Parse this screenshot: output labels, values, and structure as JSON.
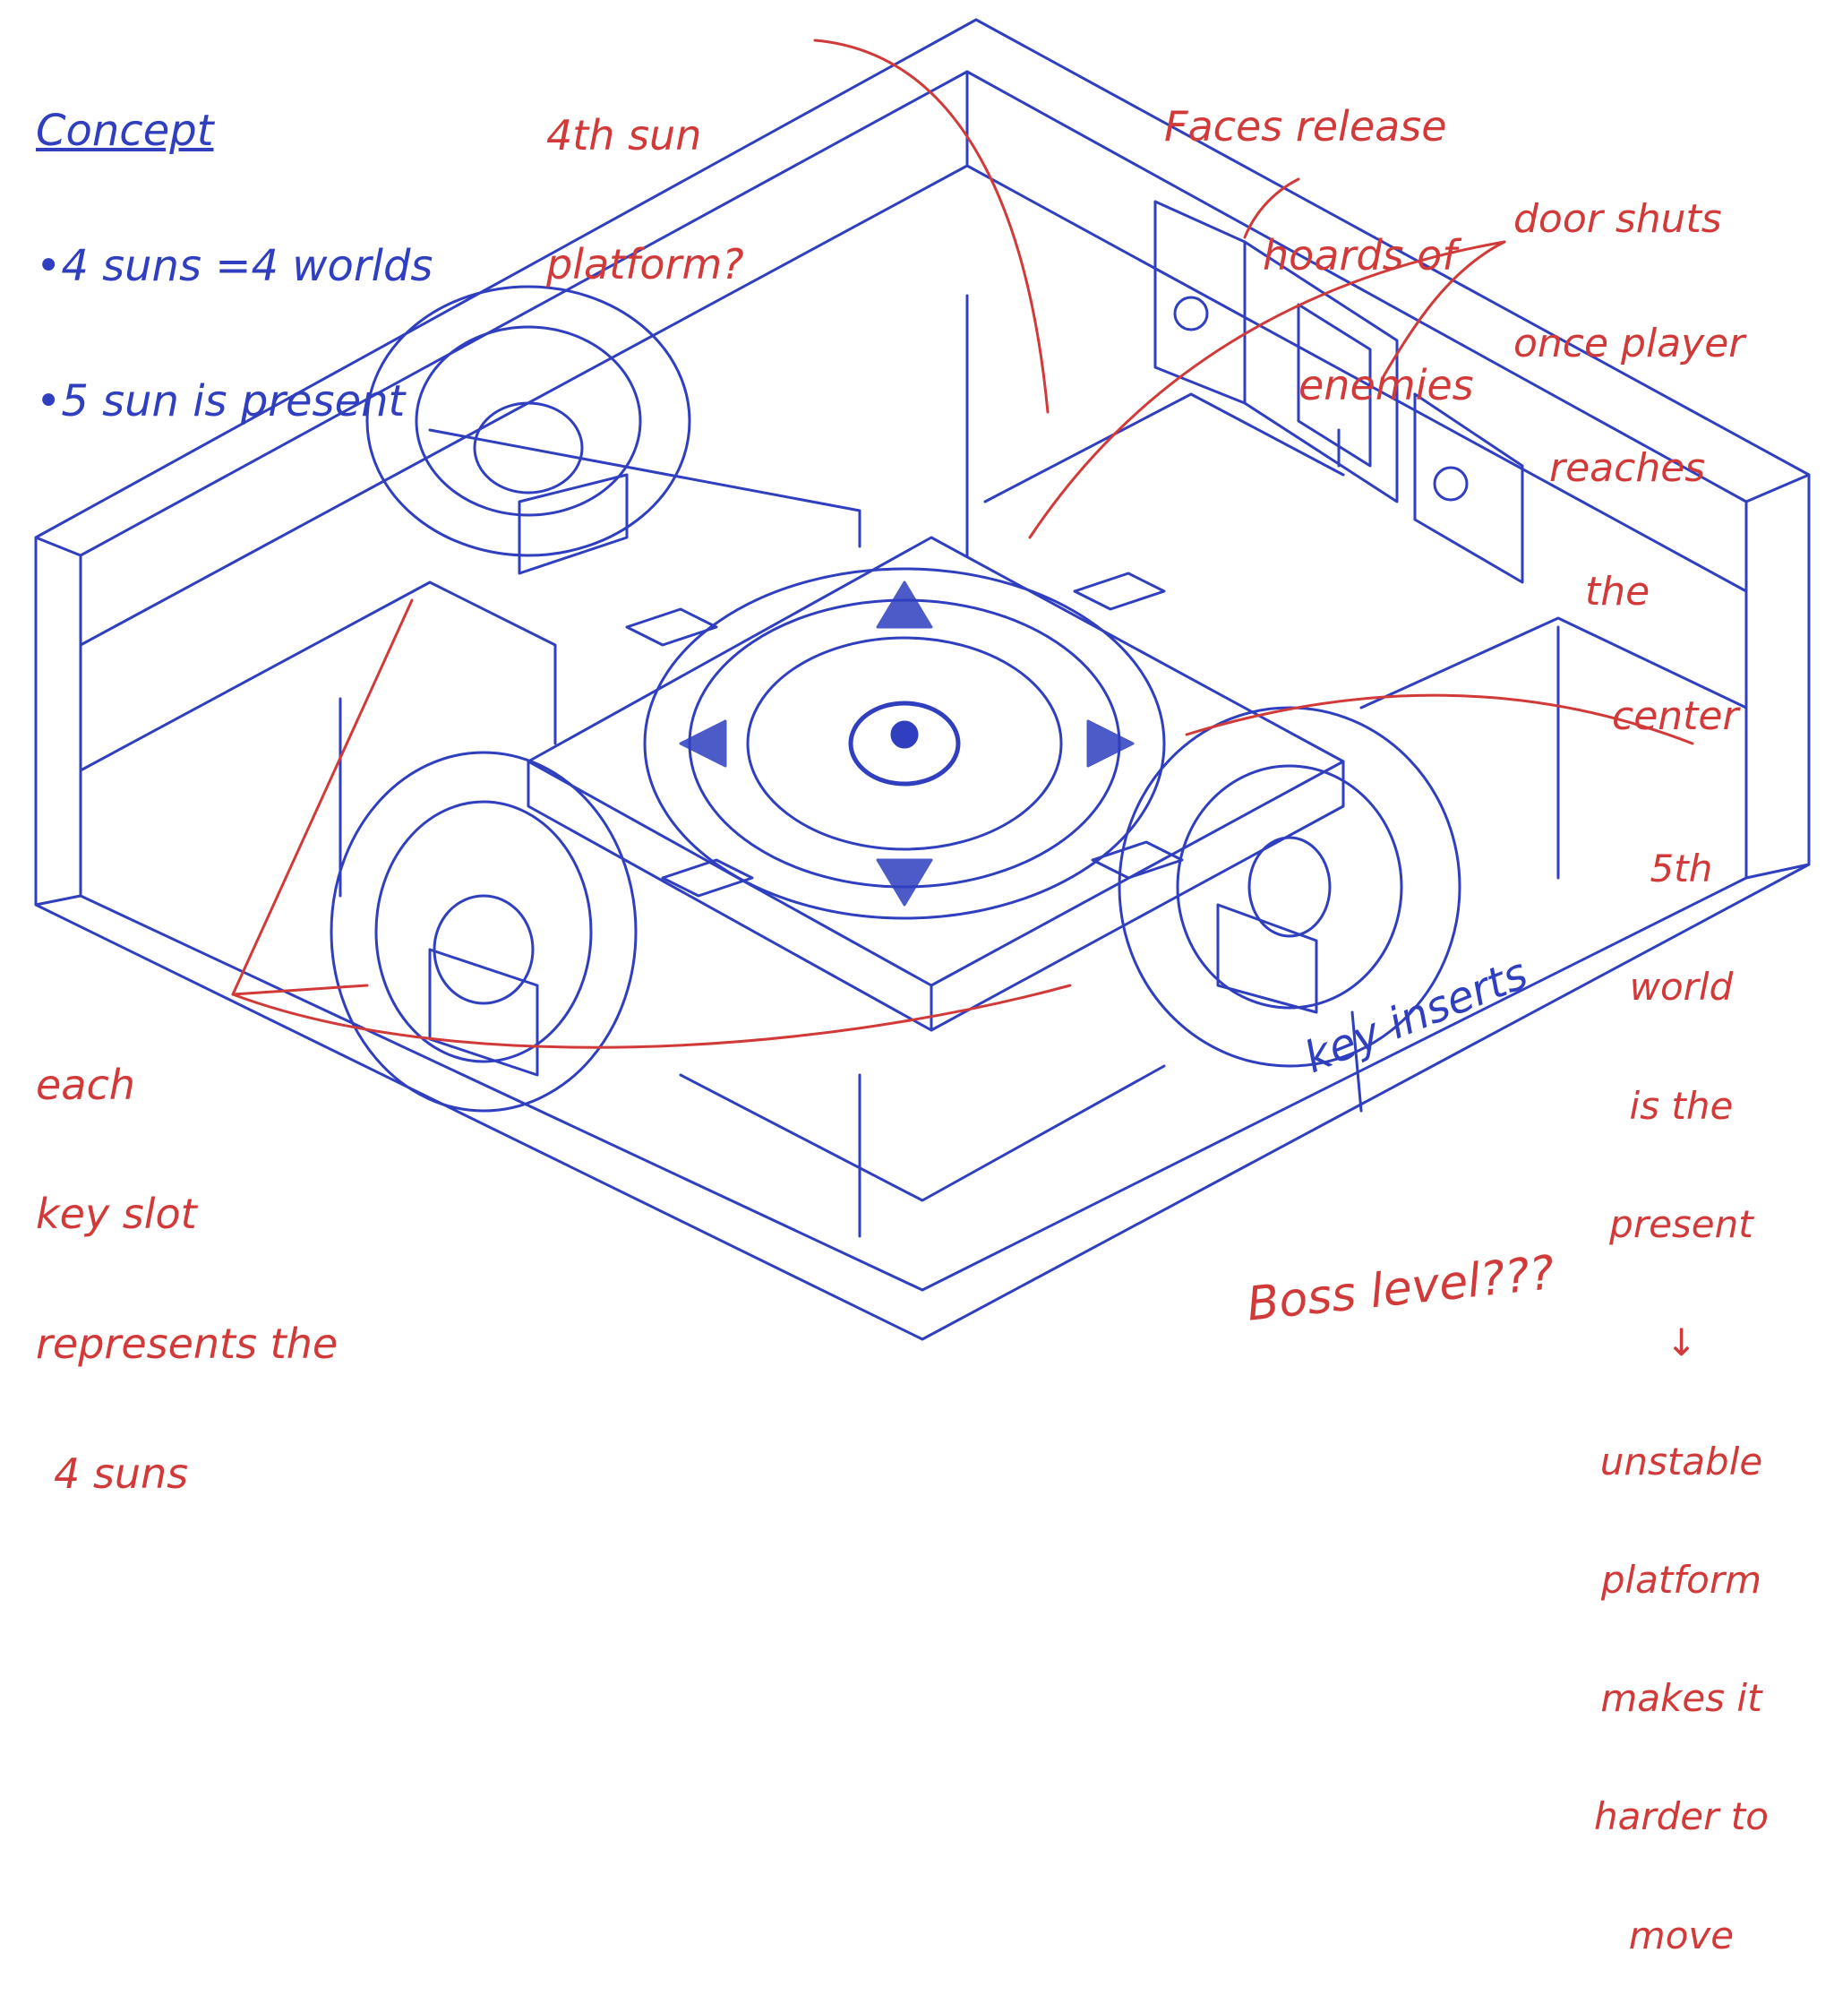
{
  "colors": {
    "ink_blue": "#2f3fbf",
    "ink_red": "#d23a3a",
    "paper": "#ffffff"
  },
  "concept": {
    "heading": "Concept",
    "bullets": [
      "•4 suns =4 worlds",
      "•5 sun is present"
    ]
  },
  "annotations": {
    "fourth_sun": [
      "4th sun",
      "platform?"
    ],
    "faces": [
      "Faces release",
      "hoards of",
      "enemies"
    ],
    "door": [
      "door shuts",
      "once player",
      "reaches",
      "the",
      "center"
    ],
    "fifth_world": [
      "5th",
      "world",
      "is the",
      "present",
      "↓",
      "unstable",
      "platform",
      "makes it",
      "harder to",
      "move"
    ],
    "key_slot": [
      "each",
      "key slot",
      "represents the",
      "4 suns"
    ],
    "key_inserts": "key inserts",
    "boss": "Boss level???"
  }
}
